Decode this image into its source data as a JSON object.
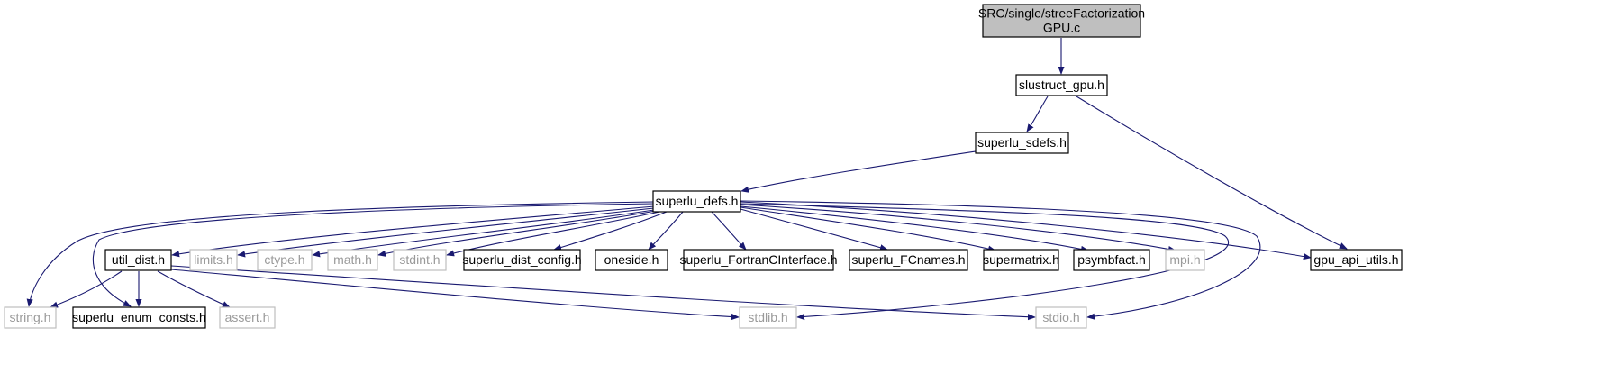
{
  "graph": {
    "nodes": [
      {
        "id": "root",
        "lines": [
          "SRC/single/streeFactorization",
          "GPU.c"
        ],
        "style": "root"
      },
      {
        "id": "slustruct",
        "lines": [
          "slustruct_gpu.h"
        ],
        "style": "doc"
      },
      {
        "id": "sdefs",
        "lines": [
          "superlu_sdefs.h"
        ],
        "style": "doc"
      },
      {
        "id": "defs",
        "lines": [
          "superlu_defs.h"
        ],
        "style": "doc"
      },
      {
        "id": "util",
        "lines": [
          "util_dist.h"
        ],
        "style": "doc"
      },
      {
        "id": "limits",
        "lines": [
          "limits.h"
        ],
        "style": "sys"
      },
      {
        "id": "ctype",
        "lines": [
          "ctype.h"
        ],
        "style": "sys"
      },
      {
        "id": "math",
        "lines": [
          "math.h"
        ],
        "style": "sys"
      },
      {
        "id": "stdint",
        "lines": [
          "stdint.h"
        ],
        "style": "sys"
      },
      {
        "id": "config",
        "lines": [
          "superlu_dist_config.h"
        ],
        "style": "doc"
      },
      {
        "id": "oneside",
        "lines": [
          "oneside.h"
        ],
        "style": "doc"
      },
      {
        "id": "fortran",
        "lines": [
          "superlu_FortranCInterface.h"
        ],
        "style": "doc"
      },
      {
        "id": "fcnames",
        "lines": [
          "superlu_FCnames.h"
        ],
        "style": "doc"
      },
      {
        "id": "supermatrix",
        "lines": [
          "supermatrix.h"
        ],
        "style": "doc"
      },
      {
        "id": "psymbfact",
        "lines": [
          "psymbfact.h"
        ],
        "style": "doc"
      },
      {
        "id": "mpi",
        "lines": [
          "mpi.h"
        ],
        "style": "sys"
      },
      {
        "id": "gpuapi",
        "lines": [
          "gpu_api_utils.h"
        ],
        "style": "doc"
      },
      {
        "id": "string",
        "lines": [
          "string.h"
        ],
        "style": "sys"
      },
      {
        "id": "enum",
        "lines": [
          "superlu_enum_consts.h"
        ],
        "style": "doc"
      },
      {
        "id": "assert",
        "lines": [
          "assert.h"
        ],
        "style": "sys"
      },
      {
        "id": "stdlib",
        "lines": [
          "stdlib.h"
        ],
        "style": "sys"
      },
      {
        "id": "stdio",
        "lines": [
          "stdio.h"
        ],
        "style": "sys"
      }
    ],
    "edges": [
      [
        "root",
        "slustruct"
      ],
      [
        "slustruct",
        "sdefs"
      ],
      [
        "slustruct",
        "gpuapi"
      ],
      [
        "sdefs",
        "defs"
      ],
      [
        "defs",
        "util"
      ],
      [
        "defs",
        "limits"
      ],
      [
        "defs",
        "ctype"
      ],
      [
        "defs",
        "math"
      ],
      [
        "defs",
        "stdint"
      ],
      [
        "defs",
        "config"
      ],
      [
        "defs",
        "oneside"
      ],
      [
        "defs",
        "fortran"
      ],
      [
        "defs",
        "fcnames"
      ],
      [
        "defs",
        "supermatrix"
      ],
      [
        "defs",
        "psymbfact"
      ],
      [
        "defs",
        "mpi"
      ],
      [
        "defs",
        "gpuapi"
      ],
      [
        "defs",
        "string"
      ],
      [
        "defs",
        "enum"
      ],
      [
        "defs",
        "stdlib"
      ],
      [
        "defs",
        "stdio"
      ],
      [
        "util",
        "string"
      ],
      [
        "util",
        "enum"
      ],
      [
        "util",
        "assert"
      ],
      [
        "util",
        "stdlib"
      ],
      [
        "util",
        "stdio"
      ]
    ],
    "colors": {
      "edge": "#191970",
      "root_fill": "#bfbfbf",
      "doc_border": "#000000",
      "sys_border": "#bfbfbf",
      "sys_text": "#9a9a9a",
      "text": "#000000"
    }
  }
}
